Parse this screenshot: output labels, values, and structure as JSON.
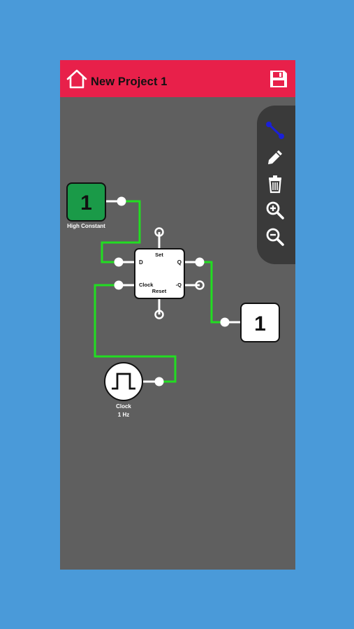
{
  "header": {
    "title": "New Project 1",
    "home_icon": "home-icon",
    "save_icon": "save-icon",
    "color": "#e8204a"
  },
  "toolbar": {
    "tools": [
      {
        "name": "wire-tool",
        "icon": "wire-icon",
        "active": true
      },
      {
        "name": "edit-tool",
        "icon": "pencil-icon",
        "active": false
      },
      {
        "name": "delete-tool",
        "icon": "trash-icon",
        "active": false
      },
      {
        "name": "zoom-in-tool",
        "icon": "zoom-in-icon",
        "active": false
      },
      {
        "name": "zoom-out-tool",
        "icon": "zoom-out-icon",
        "active": false
      }
    ]
  },
  "circuit": {
    "high_constant": {
      "value": "1",
      "label": "High Constant",
      "color": "#1a9a48"
    },
    "flip_flop": {
      "pins": {
        "d": "D",
        "q": "Q",
        "clock": "Clock",
        "not_q": "-Q",
        "set": "Set",
        "reset": "Reset"
      }
    },
    "output": {
      "value": "1"
    },
    "clock": {
      "label_line1": "Clock",
      "label_line2": "1 Hz"
    },
    "wire_color": "#22dd22"
  }
}
